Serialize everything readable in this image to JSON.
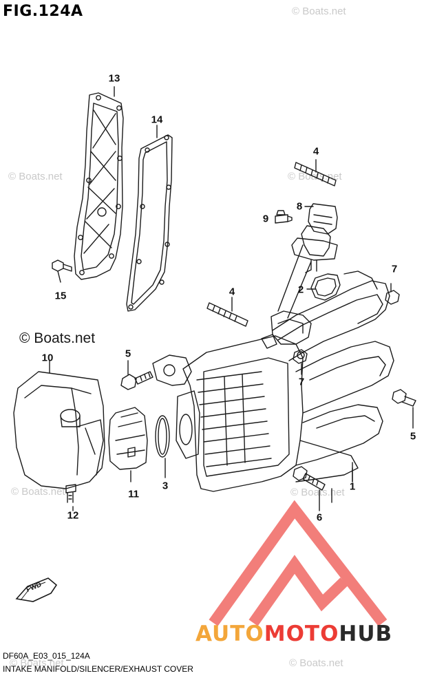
{
  "figure": {
    "title": "FIG.124A",
    "code": "DF60A_E03_015_124A",
    "caption": "INTAKE MANIFOLD/SILENCER/EXHAUST COVER"
  },
  "callouts": [
    {
      "id": "13",
      "label": "13"
    },
    {
      "id": "14",
      "label": "14"
    },
    {
      "id": "15",
      "label": "15"
    },
    {
      "id": "4a",
      "label": "4"
    },
    {
      "id": "8",
      "label": "8"
    },
    {
      "id": "9",
      "label": "9"
    },
    {
      "id": "7a",
      "label": "7"
    },
    {
      "id": "2",
      "label": "2"
    },
    {
      "id": "4b",
      "label": "4"
    },
    {
      "id": "10",
      "label": "10"
    },
    {
      "id": "5a",
      "label": "5"
    },
    {
      "id": "7b",
      "label": "7"
    },
    {
      "id": "5b",
      "label": "5"
    },
    {
      "id": "11",
      "label": "11"
    },
    {
      "id": "3",
      "label": "3"
    },
    {
      "id": "1",
      "label": "1"
    },
    {
      "id": "12",
      "label": "12"
    },
    {
      "id": "6",
      "label": "6"
    }
  ],
  "fwd_badge": "FWD",
  "watermark": {
    "text": "© Boats.net",
    "brand_parts": [
      "AUTO",
      "MOTO",
      "HUB"
    ]
  },
  "colors": {
    "line": "#1a1a1a",
    "brand_orange": "#f3a63a",
    "brand_red": "#ec3c35",
    "brand_dark": "#2a2a2a",
    "logo_red": "#ef5a55"
  }
}
